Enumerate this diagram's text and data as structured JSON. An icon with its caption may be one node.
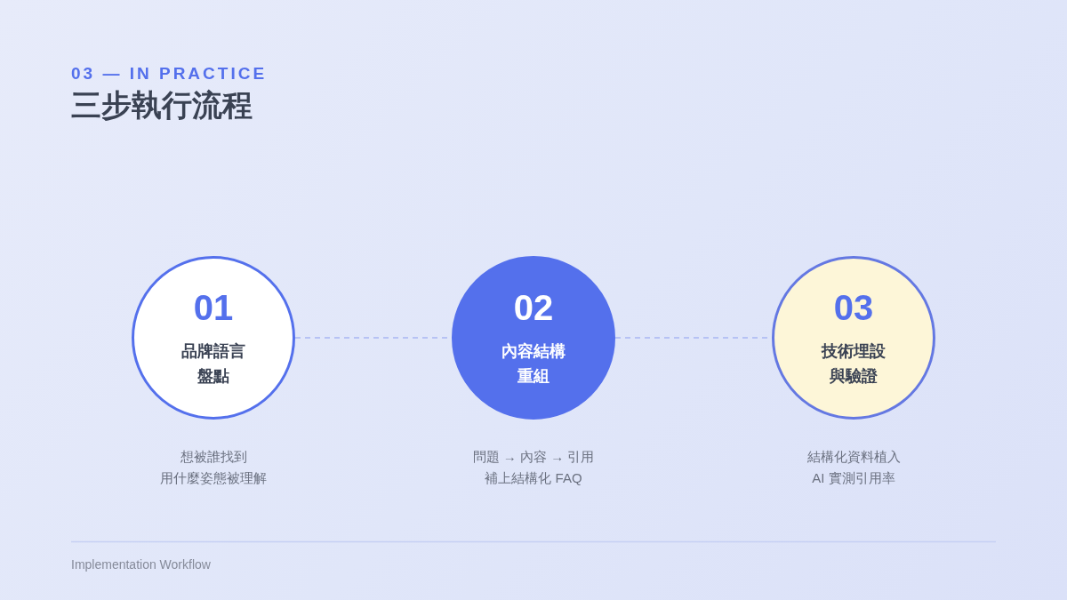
{
  "diagram": {
    "title": "三步執行流程",
    "nodes": [
      {
        "text": [
          "01",
          "品牌語言盤點"
        ],
        "beside": [
          "想被誰找到",
          "用什麼姿態被理解"
        ]
      },
      {
        "text": [
          "02",
          "內容結構重組"
        ],
        "beside": [
          "問題 → 內容 → 引用",
          "補上結構化 FAQ"
        ]
      },
      {
        "text": [
          "03",
          "技術埋設與驗證"
        ],
        "beside": [
          "結構化資料植入",
          "AI 實測引用率"
        ]
      }
    ],
    "edges": [
      {
        "from": 0,
        "to": 1,
        "arrow": "none",
        "style": "dashed"
      },
      {
        "from": 1,
        "to": 2,
        "arrow": "none",
        "style": "dashed"
      }
    ],
    "labels": [
      "03 — IN PRACTICE",
      "Implementation Workflow"
    ]
  }
}
